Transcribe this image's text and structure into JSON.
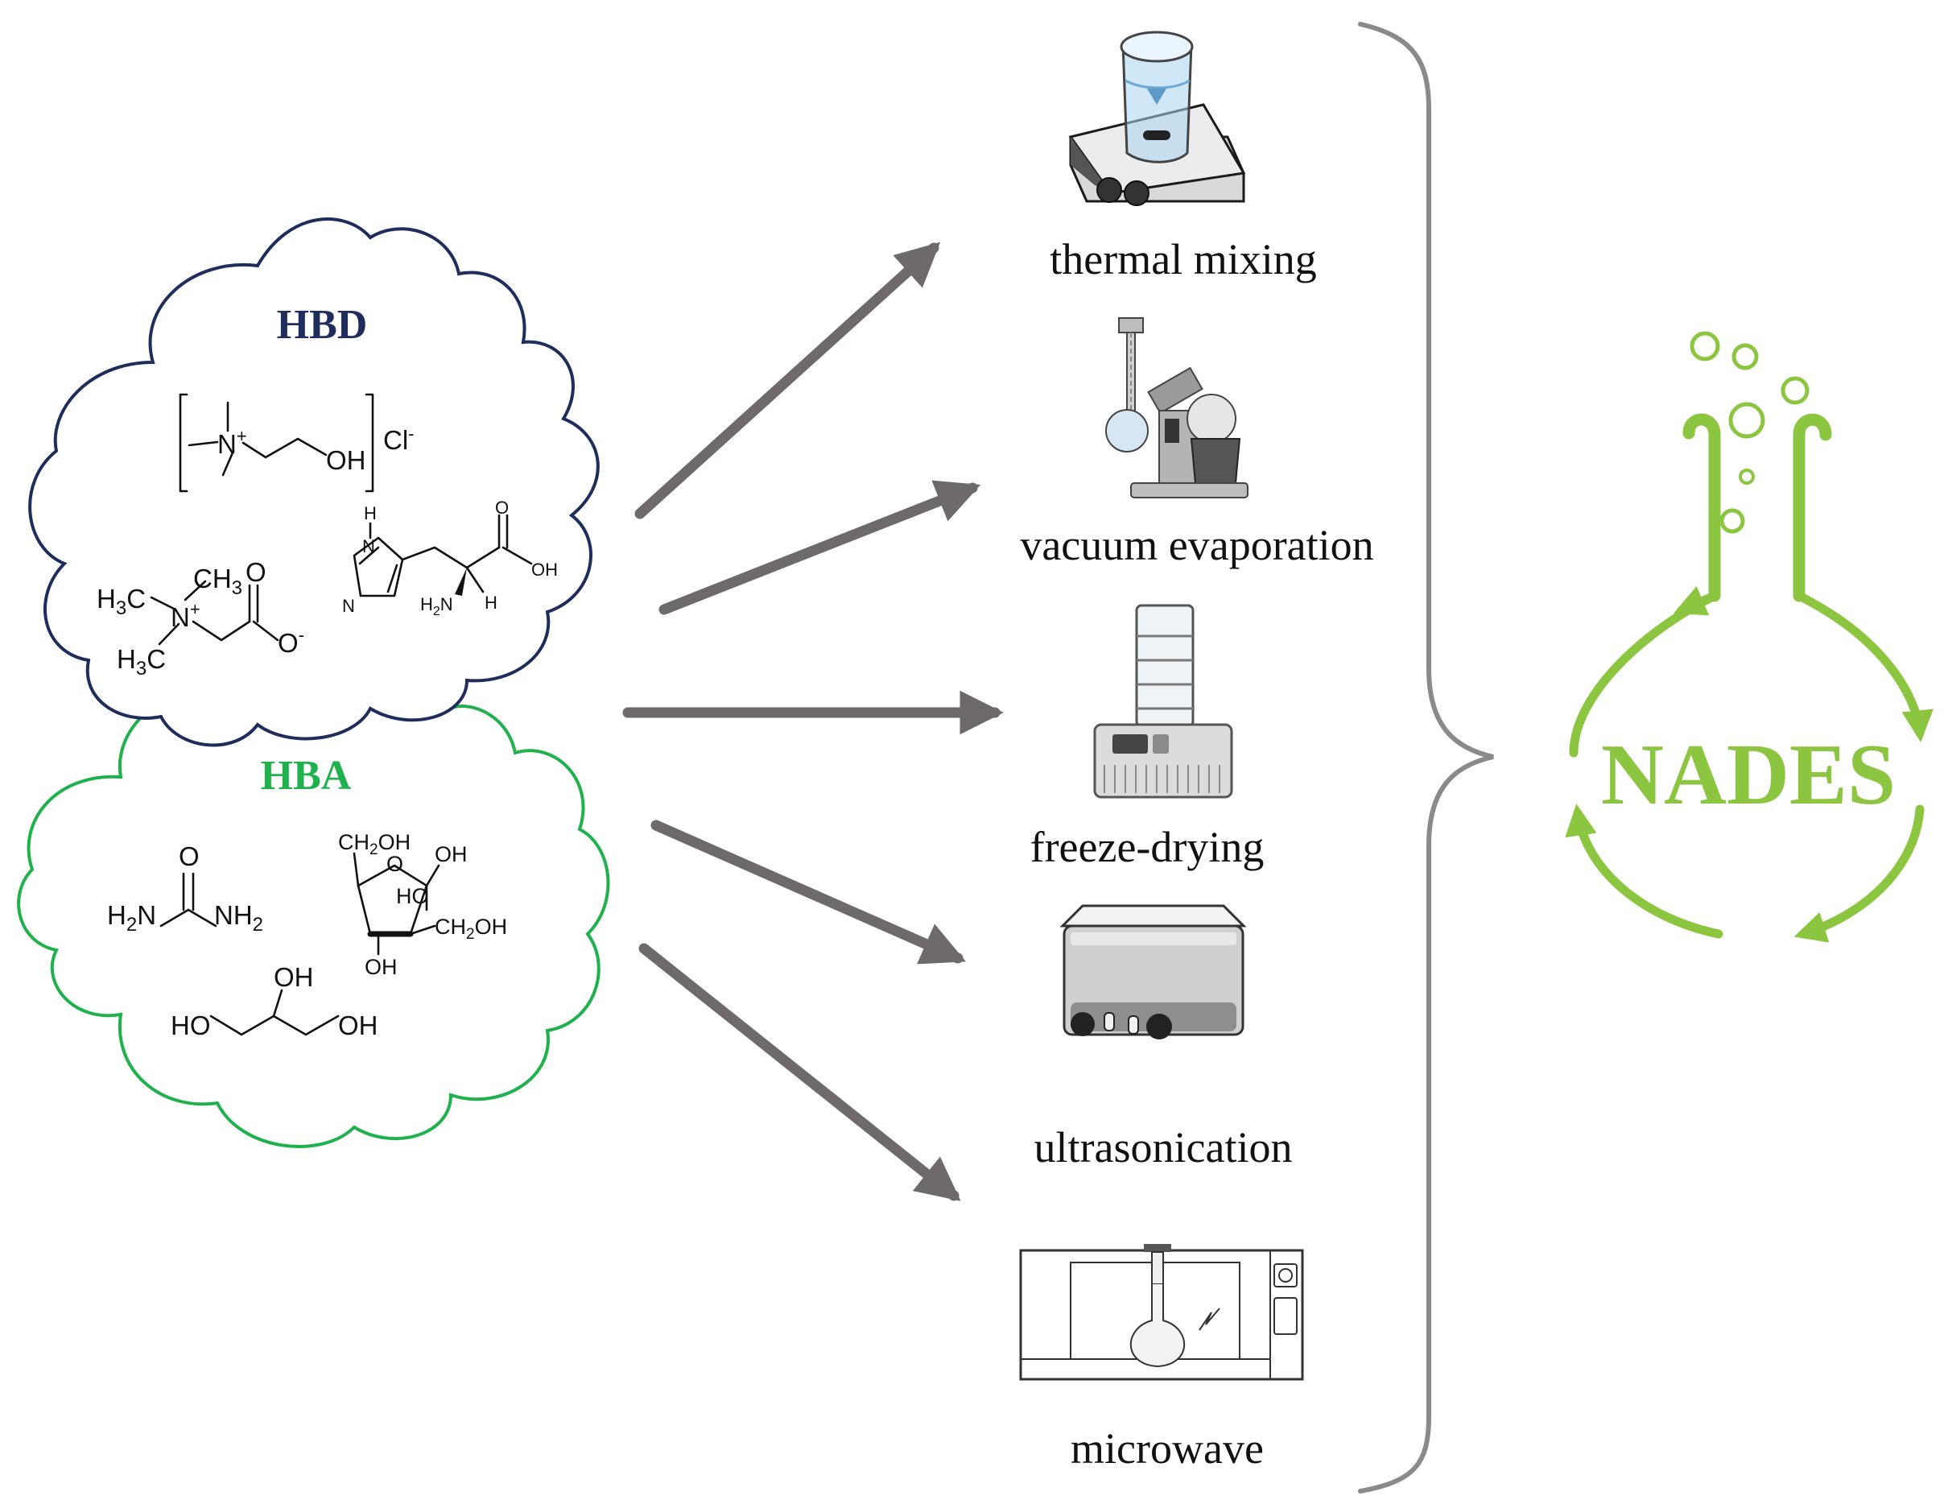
{
  "colors": {
    "hbd": "#1f2d5c",
    "hba": "#1fb14c",
    "arrow": "#6e6a6c",
    "nades": "#8cc641",
    "brace": "#8a8a8a"
  },
  "hbd": {
    "title": "HBD",
    "choline_chloride": {
      "n_plus": "N",
      "charge": "+",
      "oh": "OH",
      "cl": "Cl",
      "cl_charge": "-"
    },
    "betaine": {
      "h3c_left": "H",
      "h3c_left_sub": "3",
      "h3c_left_c": "C",
      "ch3": "CH",
      "ch3_sub": "3",
      "n": "N",
      "n_charge": "+",
      "h3c_bottom": "H",
      "h3c_bottom_sub": "3",
      "h3c_bottom_c": "C",
      "o_top": "O",
      "o_minus": "O",
      "o_charge": "-"
    },
    "histidine": {
      "h": "H",
      "n_ring_top": "N",
      "n_ring_bottom": "N",
      "o": "O",
      "oh": "OH",
      "nh2": "H",
      "nh2_sub": "2",
      "nh2_n": "N",
      "h_stereo": "H"
    }
  },
  "hba": {
    "title": "HBA",
    "urea": {
      "o": "O",
      "nh2_left": "H",
      "nh2_left_sub": "2",
      "nh2_left_n": "N",
      "nh2_right": "NH",
      "nh2_right_sub": "2"
    },
    "fructose": {
      "ch2oh_top": "CH",
      "ch2oh_top_sub": "2",
      "ch2oh_top_oh": "OH",
      "o_ring": "O",
      "oh_right": "OH",
      "ho": "HO",
      "ch2oh_right": "CH",
      "ch2oh_right_sub": "2",
      "ch2oh_right_oh": "OH",
      "oh_bottom": "OH"
    },
    "glycerol": {
      "oh_top": "OH",
      "ho_left": "HO",
      "oh_right": "OH"
    }
  },
  "methods": [
    {
      "id": "thermal-mixing",
      "label": "thermal mixing",
      "icon": "hotplate-stirrer-icon"
    },
    {
      "id": "vacuum-evaporation",
      "label": "vacuum evaporation",
      "icon": "rotary-evaporator-icon"
    },
    {
      "id": "freeze-drying",
      "label": "freeze-drying",
      "icon": "freeze-dryer-icon"
    },
    {
      "id": "ultrasonication",
      "label": "ultrasonication",
      "icon": "ultrasonic-bath-icon"
    },
    {
      "id": "microwave",
      "label": "microwave",
      "icon": "microwave-icon"
    }
  ],
  "result": {
    "label": "NADES",
    "icon": "flask-cycle-icon"
  }
}
